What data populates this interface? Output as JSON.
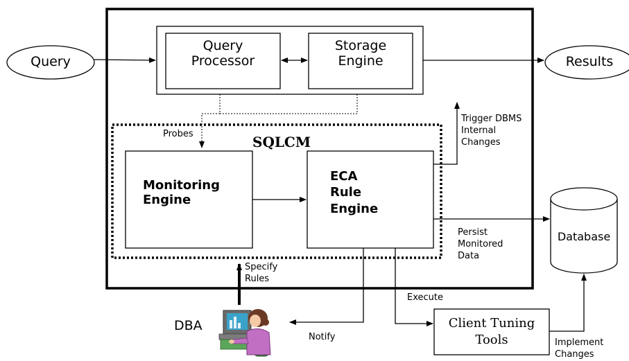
{
  "nodes": {
    "query": "Query",
    "results": "Results",
    "query_processor": [
      "Query",
      "Processor"
    ],
    "storage_engine": [
      "Storage",
      "Engine"
    ],
    "sqlcm": "SQLCM",
    "monitoring_engine": [
      "Monitoring",
      "Engine"
    ],
    "eca_rule_engine": [
      "ECA",
      "Rule",
      "Engine"
    ],
    "database": "Database",
    "client_tuning_tools": [
      "Client Tuning",
      "Tools"
    ],
    "dba": "DBA"
  },
  "edges": {
    "probes": "Probes",
    "trigger": [
      "Trigger DBMS",
      "Internal",
      "Changes"
    ],
    "persist": [
      "Persist",
      "Monitored",
      "Data"
    ],
    "specify": [
      "Specify",
      "Rules"
    ],
    "execute": "Execute",
    "notify": "Notify",
    "implement": [
      "Implement",
      "Changes"
    ]
  }
}
